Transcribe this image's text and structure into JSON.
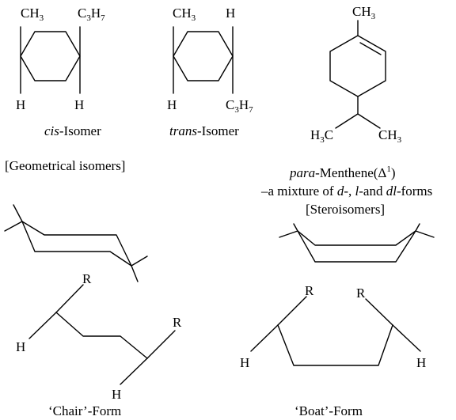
{
  "cis": {
    "top_left": "CH",
    "top_left_sub": "3",
    "top_right_main": "C",
    "top_right_sub1": "3",
    "top_right_mid": "H",
    "top_right_sub2": "7",
    "bottom_left": "H",
    "bottom_right": "H",
    "caption_italic": "cis",
    "caption_rest": "-Isomer"
  },
  "trans": {
    "top_left": "CH",
    "top_left_sub": "3",
    "top_right": "H",
    "bottom_left": "H",
    "bottom_right_main": "C",
    "bottom_right_sub1": "3",
    "bottom_right_mid": "H",
    "bottom_right_sub2": "7",
    "caption_italic": "trans",
    "caption_rest": "-Isomer"
  },
  "geometrical_label": "[Geometrical isomers]",
  "menthene": {
    "top_group": "CH",
    "top_group_sub": "3",
    "left_group_a": "H",
    "left_group_sub": "3",
    "left_group_b": "C",
    "right_group": "CH",
    "right_group_sub": "3",
    "caption_italic": "para",
    "caption_rest": "-Menthene(Δ",
    "caption_sup": "1",
    "caption_close": ")",
    "line2_a": "–a mixture of ",
    "line2_d": "d",
    "line2_b": "-, ",
    "line2_l": "l",
    "line2_c": "-and ",
    "line2_dl": "dl",
    "line2_e": "-forms",
    "line3": "[Steroisomers]"
  },
  "chair": {
    "r_top": "R",
    "r_right": "R",
    "h_left": "H",
    "h_bottom": "H",
    "caption": "‘Chair’-Form"
  },
  "boat": {
    "r_left": "R",
    "r_right": "R",
    "h_left": "H",
    "h_right": "H",
    "caption": "‘Boat’-Form"
  }
}
